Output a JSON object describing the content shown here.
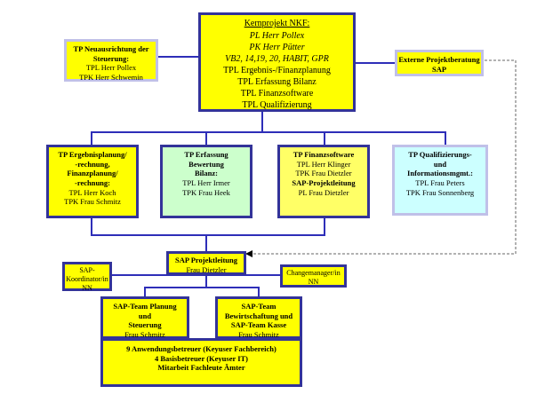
{
  "diagram": {
    "main_box": {
      "title": "Kernprojekt NKF:",
      "italic_lines": [
        "PL Herr Pollex",
        "PK Herr Pütter",
        "VB2, 14,19, 20, HABIT, GPR"
      ],
      "lines": [
        "TPL Ergebnis-/Finanzplanung",
        "TPL Erfassung Bilanz",
        "TPL Finanzsoftware",
        "TPL Qualifizierung"
      ]
    },
    "left_box": {
      "title_lines": [
        "TP Neuausrichtung der",
        "Steuerung:"
      ],
      "lines": [
        "TPL Herr Pollex",
        "TPK Herr Schwemin"
      ]
    },
    "right_box": {
      "title_lines": [
        "Externe Projektberatung",
        "SAP"
      ]
    },
    "subprojects": [
      {
        "title_lines": [
          "TP Ergebnisplanung/",
          "-rechnung,",
          "Finanzplanung/",
          "-rechnung:"
        ],
        "lines": [
          "TPL Herr Koch",
          "TPK Frau Schmitz"
        ],
        "color": "#ffff00"
      },
      {
        "title_lines": [
          "TP Erfassung",
          "Bewertung",
          "Bilanz:"
        ],
        "lines": [
          "TPL Herr Irmer",
          "TPK Frau Heek"
        ],
        "color": "#ccffcc"
      },
      {
        "title_lines": [
          "TP Finanzsoftware"
        ],
        "lines": [
          "TPL Herr Klinger",
          "TPK Frau Dietzler"
        ],
        "title2": "SAP-Projektleitung",
        "lines2": [
          "PL Frau Dietzler"
        ],
        "color": "#ffff66"
      },
      {
        "title_lines": [
          "TP Qualifizierungs-",
          "und",
          "Informationsmgmt.:"
        ],
        "lines": [
          "TPL Frau Peters",
          "TPK Frau Sonnenberg"
        ],
        "color": "#ccffff"
      }
    ],
    "sap_lead": {
      "title": "SAP Projektleitung",
      "name": "Frau Dietzler"
    },
    "sap_coord": {
      "lines": [
        "SAP-",
        "Koordinator/in",
        "NN"
      ]
    },
    "change_mgr": {
      "lines": [
        "Changemanager/in",
        "NN"
      ]
    },
    "team_planning": {
      "title_lines": [
        "SAP-Team Planung",
        "und",
        "Steuerung"
      ],
      "name": "Frau Schmitz"
    },
    "team_budget": {
      "title_lines": [
        "SAP-Team",
        "Bewirtschaftung und",
        "SAP-Team Kasse"
      ],
      "name": "Frau Schmitz"
    },
    "bottom_box": {
      "lines": [
        "9 Anwendungsbetreuer (Keyuser Fachbereich)",
        "4 Basisbetreuer (Keyuser IT)",
        "Mitarbeit Fachleute Ämter"
      ]
    },
    "colors": {
      "line": "#2e2eb8",
      "border": "#333399",
      "yellow": "#ffff00",
      "green": "#ccffcc",
      "cyan": "#ccffff"
    }
  }
}
